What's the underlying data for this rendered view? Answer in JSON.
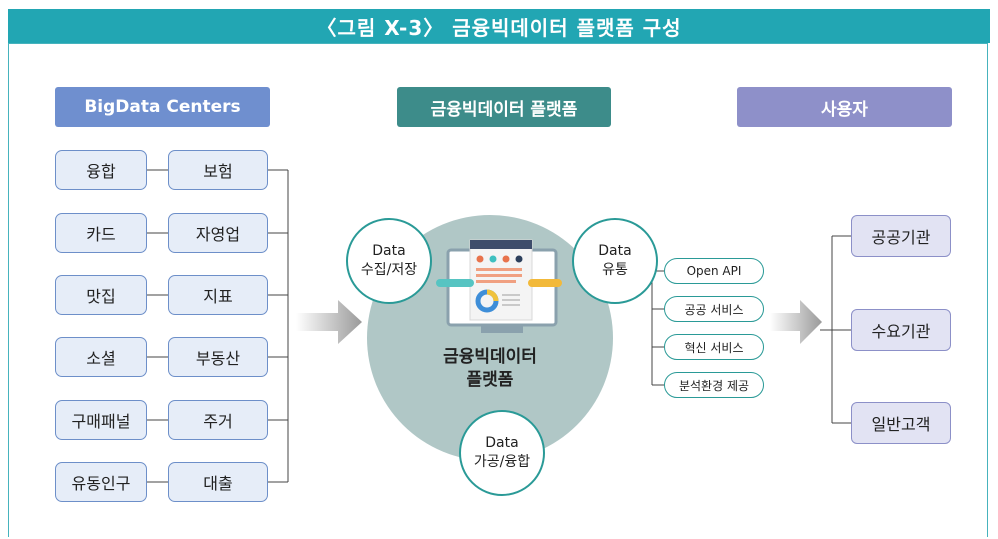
{
  "title": "〈그림 X-3〉 금융빅데이터 플랫폼 구성",
  "headers": {
    "centers": "BigData Centers",
    "platform": "금융빅데이터 플랫폼",
    "users": "사용자"
  },
  "centers": {
    "left": [
      "융합",
      "카드",
      "맛집",
      "소셜",
      "구매패널",
      "유동인구"
    ],
    "right": [
      "보험",
      "자영업",
      "지표",
      "부동산",
      "주거",
      "대출"
    ]
  },
  "platform": {
    "collect_line1": "Data",
    "collect_line2": "수집/저장",
    "distribute_line1": "Data",
    "distribute_line2": "유통",
    "process_line1": "Data",
    "process_line2": "가공/융합",
    "center_line1": "금융빅데이터",
    "center_line2": "플랫폼"
  },
  "services": [
    "Open API",
    "공공 서비스",
    "혁신 서비스",
    "분석환경 제공"
  ],
  "users": [
    "공공기관",
    "수요기관",
    "일반고객"
  ],
  "colors": {
    "title_bar": "#22a6b3",
    "centers_header": "#6f8fcf",
    "platform_header": "#3d8c8a",
    "users_header": "#8e90c9",
    "platform_circle": "#b0c7c6",
    "accent": "#2a9a97"
  },
  "icons": [
    "monitor-dashboard-icon",
    "arrow-right-icon"
  ]
}
